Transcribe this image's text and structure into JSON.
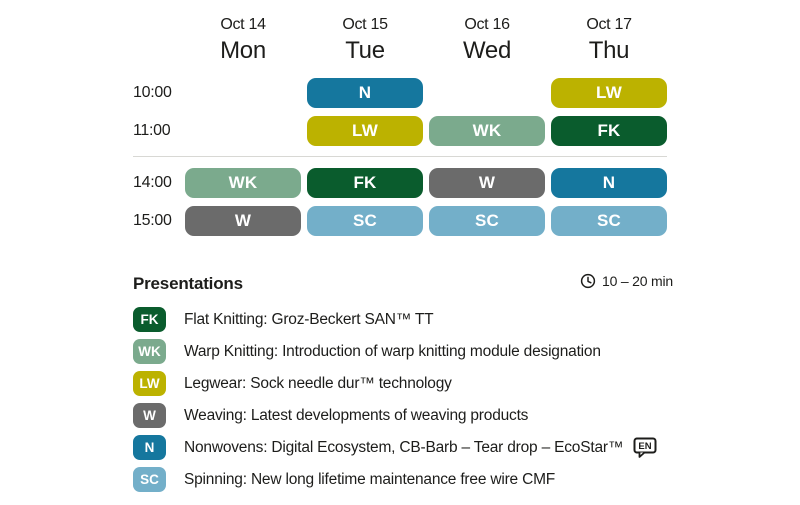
{
  "colors": {
    "FK": "#0a5c2d",
    "WK": "#7baa8d",
    "LW": "#bcb200",
    "W": "#6b6b6b",
    "N": "#15779e",
    "SC": "#73afc9"
  },
  "schedule": {
    "days": [
      {
        "date": "Oct 14",
        "day": "Mon"
      },
      {
        "date": "Oct 15",
        "day": "Tue"
      },
      {
        "date": "Oct 16",
        "day": "Wed"
      },
      {
        "date": "Oct 17",
        "day": "Thu"
      }
    ],
    "rows": [
      {
        "time": "10:00",
        "cells": [
          "",
          "N",
          "",
          "LW"
        ]
      },
      {
        "time": "11:00",
        "cells": [
          "",
          "LW",
          "WK",
          "FK"
        ]
      },
      {
        "time": "14:00",
        "cells": [
          "WK",
          "FK",
          "W",
          "N"
        ]
      },
      {
        "time": "15:00",
        "cells": [
          "W",
          "SC",
          "SC",
          "SC"
        ]
      }
    ]
  },
  "legend": {
    "heading": "Presentations",
    "duration": "10 – 20 min",
    "clock_icon": "clock-icon",
    "items": [
      {
        "code": "FK",
        "text": "Flat Knitting: Groz-Beckert SAN™ TT"
      },
      {
        "code": "WK",
        "text": "Warp Knitting: Introduction of warp knitting module designation"
      },
      {
        "code": "LW",
        "text": "Legwear: Sock needle dur™ technology"
      },
      {
        "code": "W",
        "text": "Weaving: Latest developments of weaving products"
      },
      {
        "code": "N",
        "text": "Nonwovens: Digital Ecosystem, CB-Barb – Tear drop – EcoStar™",
        "lang": "EN"
      },
      {
        "code": "SC",
        "text": "Spinning: New long lifetime maintenance free wire CMF"
      }
    ]
  }
}
